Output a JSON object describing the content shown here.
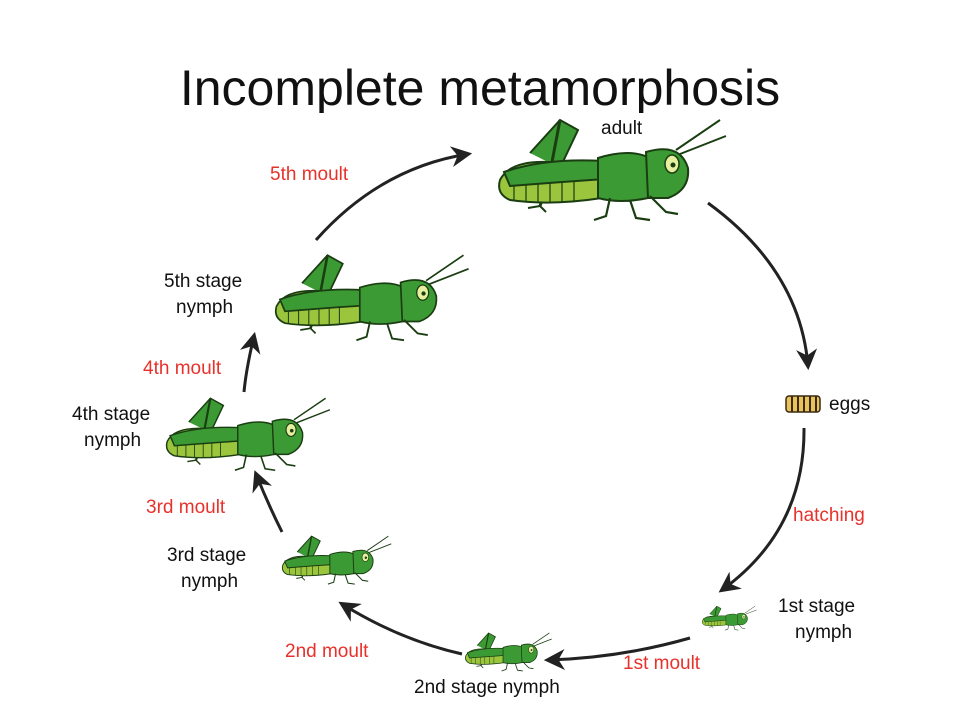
{
  "title": "Incomplete metamorphosis",
  "colors": {
    "moult_text": "#e8312a",
    "stage_text": "#111111",
    "arrow": "#222222",
    "insect_dark_green": "#3c9a34",
    "insect_light_green": "#9bc53d"
  },
  "stages": {
    "adult": "adult",
    "eggs": "eggs",
    "hatching": "hatching",
    "first_stage_l1": "1st stage",
    "first_stage_l2": "nymph",
    "first_moult": "1st moult",
    "second_stage": "2nd stage nymph",
    "second_moult": "2nd moult",
    "third_stage_l1": "3rd stage",
    "third_stage_l2": "nymph",
    "third_moult": "3rd moult",
    "fourth_stage_l1": "4th stage",
    "fourth_stage_l2": "nymph",
    "fourth_moult": "4th moult",
    "fifth_stage_l1": "5th stage",
    "fifth_stage_l2": "nymph",
    "fifth_moult": "5th moult"
  }
}
